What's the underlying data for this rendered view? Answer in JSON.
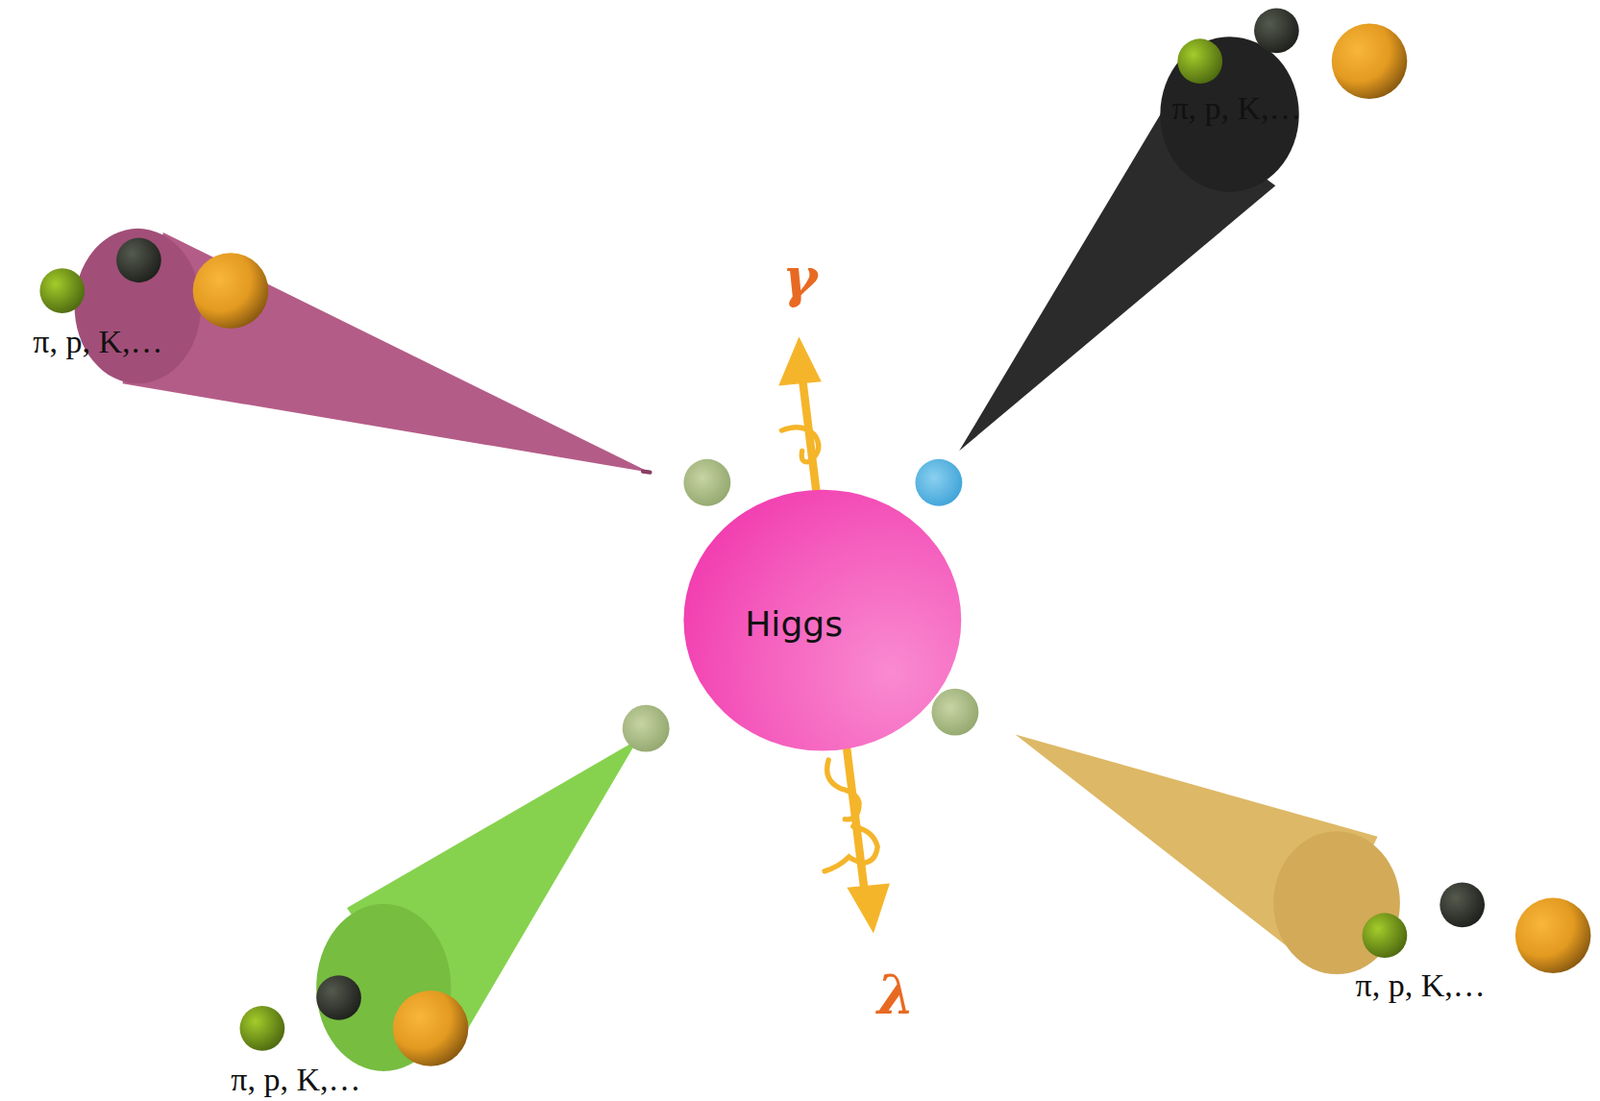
{
  "diagram": {
    "nodes": [
      {
        "text": [
          "Higgs"
        ]
      }
    ],
    "labels": [
      "γ",
      "λ",
      "π, p, K,…",
      "π, p, K,…",
      "π, p, K,…",
      "π, p, K,…"
    ]
  }
}
